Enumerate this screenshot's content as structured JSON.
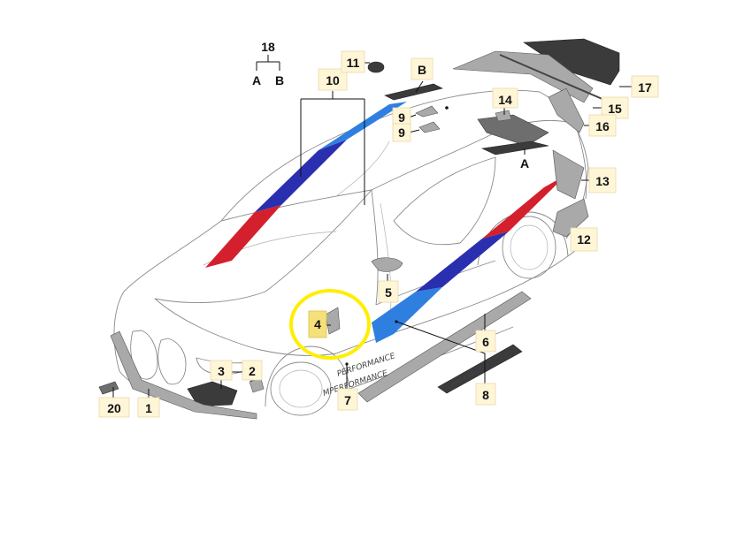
{
  "diagram": {
    "callouts": {
      "c1": "1",
      "c2": "2",
      "c3": "3",
      "c4": "4",
      "c5": "5",
      "c6": "6",
      "c7": "7",
      "c8": "8",
      "c9a": "9",
      "c9b": "9",
      "c10": "10",
      "c11": "11",
      "c12": "12",
      "c13": "13",
      "c14": "14",
      "c15": "15",
      "c16": "16",
      "c17": "17",
      "c18": "18",
      "c20": "20",
      "cA_top": "A",
      "cB_top": "B",
      "cA_car": "A",
      "cB_car": "B"
    },
    "decals": {
      "side_text": "MPERFORMANCE",
      "door_text": "PERFORMANCE",
      "sill_text": "MPERFORMANCE"
    },
    "colors": {
      "stripe_light_blue": "#2f7fe0",
      "stripe_dark_blue": "#2a2fb0",
      "stripe_red": "#d4202c",
      "highlight_circle": "#ffee00",
      "highlight_tag": "#f5e07a"
    }
  }
}
